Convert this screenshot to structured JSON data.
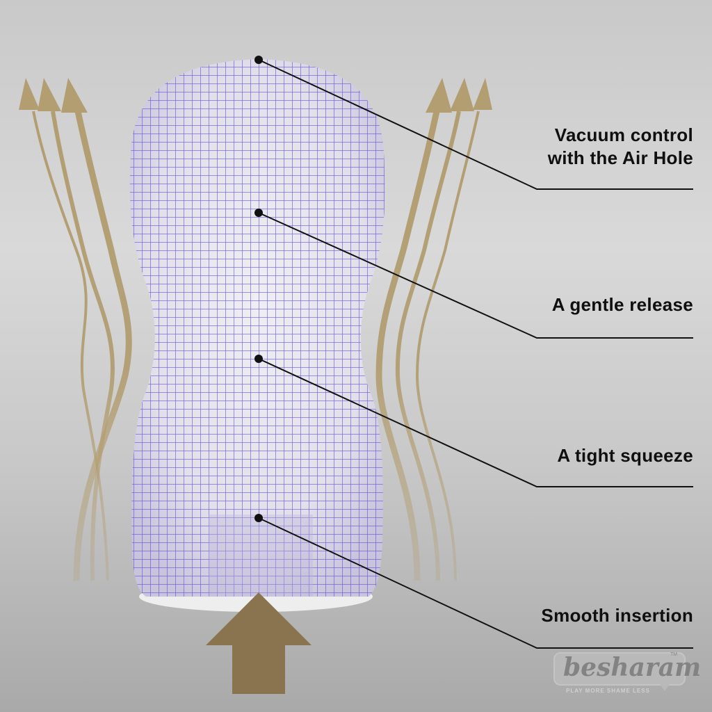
{
  "callouts": [
    {
      "line1": "Vacuum control",
      "line2": "with the Air Hole"
    },
    {
      "line1": "A gentle release"
    },
    {
      "line1": "A tight squeeze"
    },
    {
      "line1": "Smooth insertion"
    }
  ],
  "watermark": {
    "brand": "besharam",
    "trademark": "TM",
    "tagline": "PLAY MORE SHAME LESS"
  },
  "colors": {
    "background": "#cdcdcd",
    "mesh_lines": "#4a3fd0",
    "mesh_fill": "#e7e4ee",
    "arrows": "#b39e72",
    "big_arrow": "#8a7450",
    "callout_line": "#111111",
    "label_text": "#0f0f0f"
  }
}
